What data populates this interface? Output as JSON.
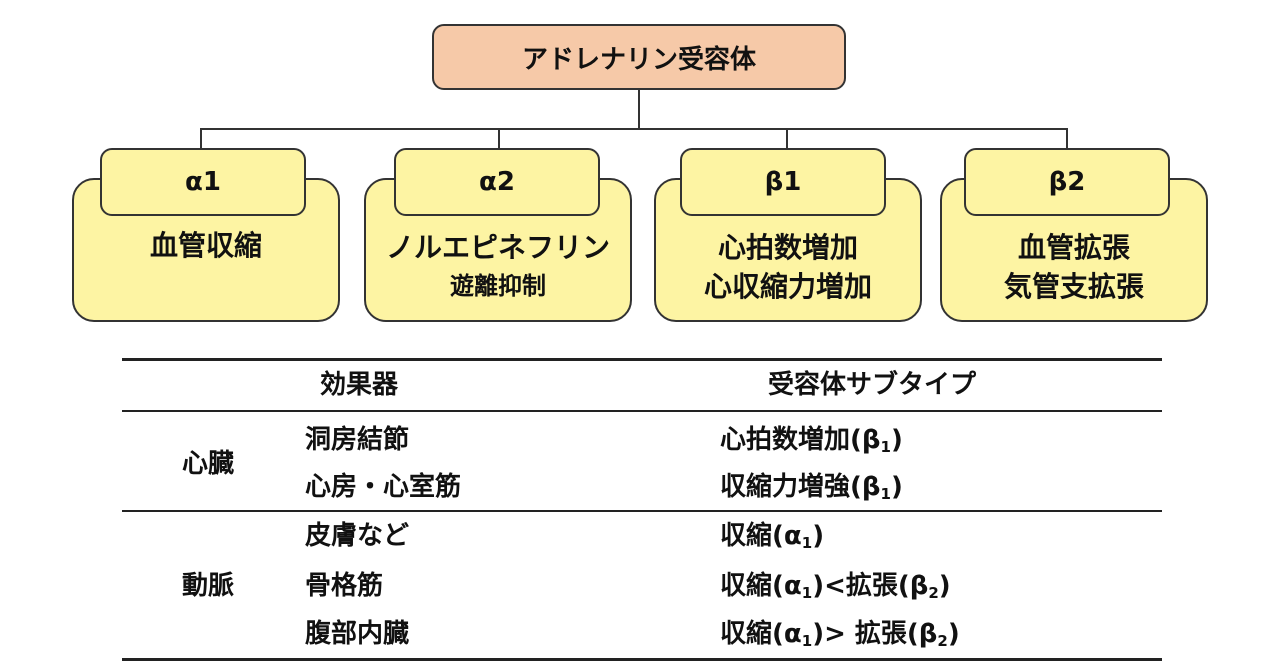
{
  "root": "アドレナリン受容体",
  "receptors": [
    {
      "name": "α1",
      "lines": [
        "血管収縮",
        ""
      ]
    },
    {
      "name": "α2",
      "lines": [
        "ノルエピネフリン",
        "遊離抑制"
      ]
    },
    {
      "name": "β1",
      "lines": [
        "心拍数増加",
        "心収縮力増加"
      ]
    },
    {
      "name": "β2",
      "lines": [
        "血管拡張",
        "気管支拡張"
      ]
    }
  ],
  "table": {
    "headers": {
      "effector": "効果器",
      "subtype": "受容体サブタイプ"
    },
    "groups": [
      {
        "label": "心臓",
        "rows": [
          {
            "organ": "洞房結節",
            "effect": "心拍数増加(β",
            "sub": "1",
            "effect_tail": ")"
          },
          {
            "organ": "心房・心室筋",
            "effect": "収縮力増強(β",
            "sub": "1",
            "effect_tail": ")"
          }
        ]
      },
      {
        "label": "動脈",
        "rows": [
          {
            "organ": "皮膚など",
            "effect": "収縮(α",
            "sub": "1",
            "effect_tail": ")"
          },
          {
            "organ": "骨格筋",
            "effect": "収縮(α",
            "sub": "1",
            "effect_tail": ")<拡張(β",
            "sub2": "2",
            "effect_tail2": ")"
          },
          {
            "organ": "腹部内臓",
            "effect": "収縮(α",
            "sub": "1",
            "effect_tail": ")> 拡張(β",
            "sub2": "2",
            "effect_tail2": ")"
          }
        ]
      }
    ]
  }
}
